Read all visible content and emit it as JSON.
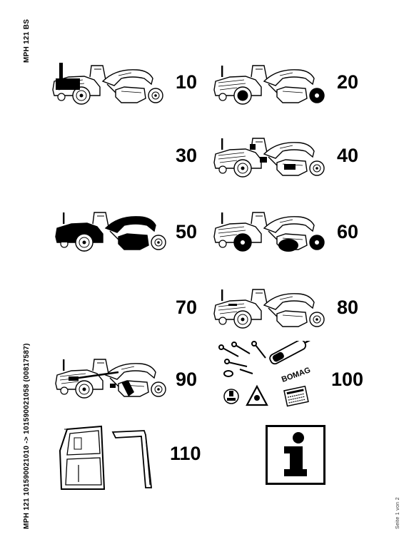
{
  "header": {
    "model": "MPH 121 BS"
  },
  "footer": {
    "document_ref": "MPH 121 101590021010 -> 101590021058 (00817587)",
    "page": "Seite 1 von 2"
  },
  "groups": [
    {
      "number": "10"
    },
    {
      "number": "20"
    },
    {
      "number": "30"
    },
    {
      "number": "40"
    },
    {
      "number": "50"
    },
    {
      "number": "60"
    },
    {
      "number": "70"
    },
    {
      "number": "80"
    },
    {
      "number": "90"
    },
    {
      "number": "100"
    },
    {
      "number": "110"
    }
  ],
  "tools": {
    "brand_text": "BOMAG"
  },
  "icons": {
    "info": "info-icon",
    "warning": "warning-triangle-icon",
    "socket": "socket-icon"
  }
}
